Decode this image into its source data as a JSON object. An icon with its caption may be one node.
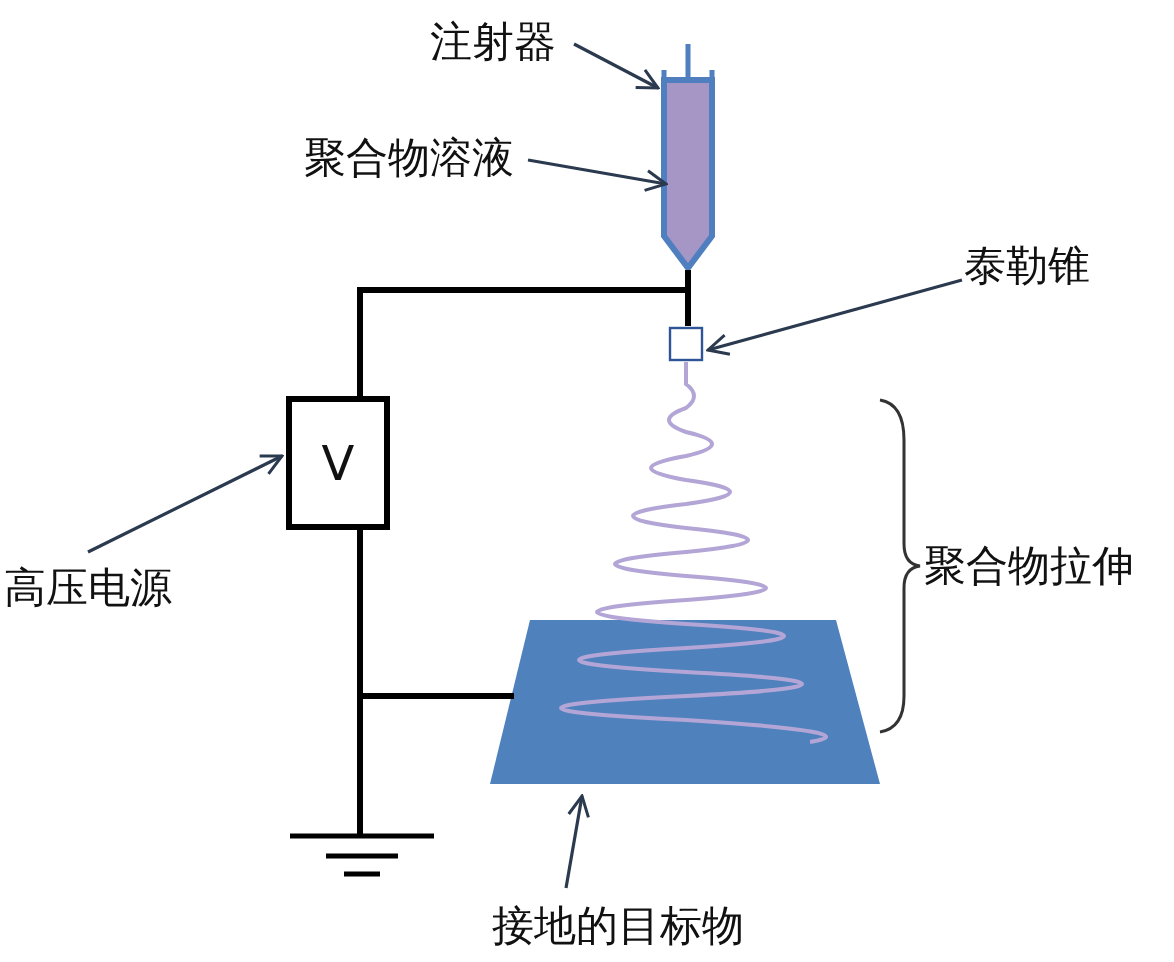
{
  "diagram": {
    "nodes": [
      {
        "text": [
          "注射器"
        ]
      },
      {
        "text": [],
        "shape": "syringe"
      },
      {
        "text": [
          "聚合物溶液"
        ]
      },
      {
        "text": [
          "泰勒锥"
        ]
      },
      {
        "text": [],
        "shape": "box"
      },
      {
        "text": [
          "V"
        ]
      },
      {
        "text": [
          "高压电源"
        ]
      },
      {
        "text": [],
        "shape": "trapezoid"
      },
      {
        "text": [
          "接地的目标物"
        ]
      }
    ],
    "edges": [
      {
        "from": 0,
        "to": 1,
        "arrow": "to"
      },
      {
        "from": 2,
        "to": 1,
        "arrow": "to"
      },
      {
        "from": 3,
        "to": 4,
        "arrow": "to"
      },
      {
        "from": 6,
        "to": 5,
        "arrow": "to"
      },
      {
        "from": 8,
        "to": 7,
        "arrow": "to"
      },
      {
        "from": 5,
        "to": 1,
        "arrow": "none"
      },
      {
        "from": 5,
        "to": 7,
        "arrow": "none"
      },
      {
        "from": 4,
        "to": 7,
        "arrow": "none",
        "color": "#b3a6d6"
      }
    ],
    "labels": [
      "聚合物拉伸"
    ]
  }
}
